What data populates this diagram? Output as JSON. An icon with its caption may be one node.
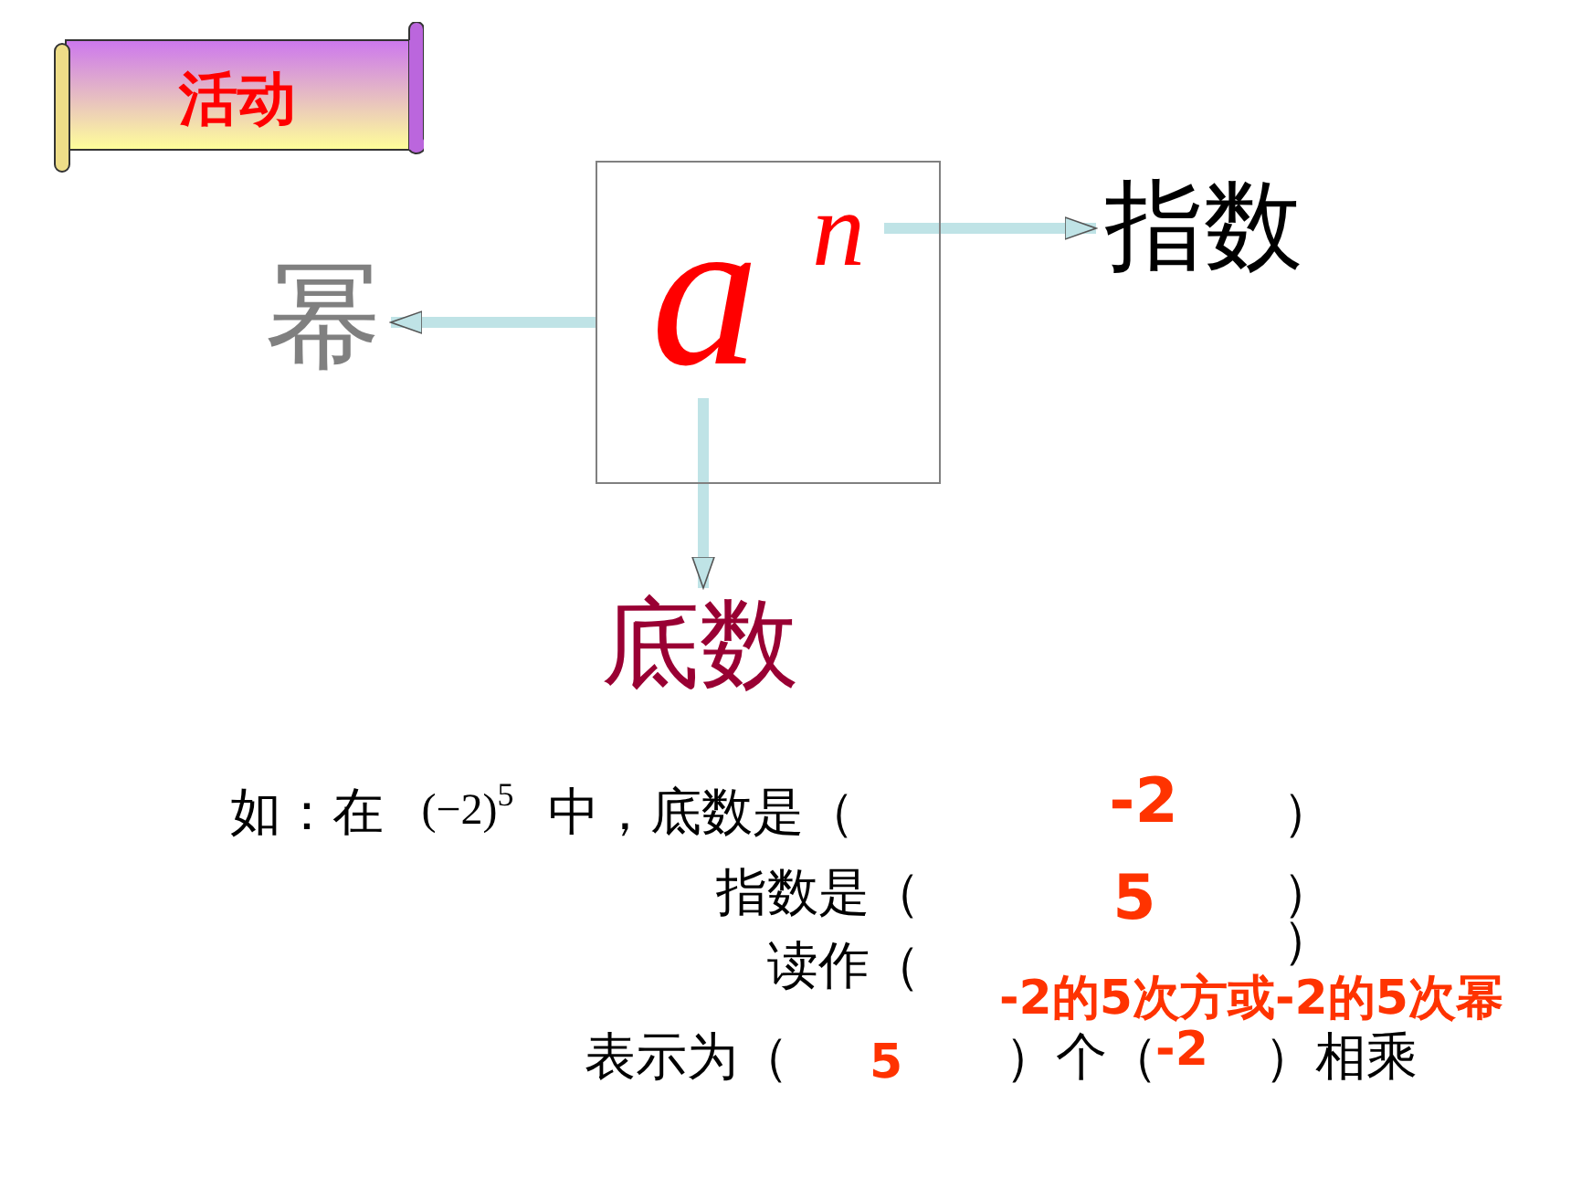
{
  "diagram": {
    "nodes": [
      {
        "text": [
          "活动"
        ]
      },
      {
        "text": [],
        "shape": "box"
      },
      {
        "text": [
          "a"
        ],
        "in": 1
      },
      {
        "text": [
          "n"
        ],
        "in": 1
      },
      {
        "text": [
          "幂"
        ]
      },
      {
        "text": [
          "指数"
        ]
      },
      {
        "text": [
          "底数"
        ]
      }
    ],
    "edges": [
      {
        "from": 1,
        "to": 4,
        "arrow": "to"
      },
      {
        "from": 3,
        "to": 5,
        "arrow": "to"
      },
      {
        "from": 2,
        "to": 6,
        "arrow": "to"
      }
    ],
    "labels": [
      "如：在",
      "(−2)$^{5}$",
      "中，底数是（",
      "-2",
      "）",
      "指数是（",
      "5",
      "）",
      "读作（",
      "）",
      "-2的5次方或-2的5次幂",
      "表示为（",
      "5",
      "）个（",
      "-2",
      "）相乘"
    ]
  }
}
